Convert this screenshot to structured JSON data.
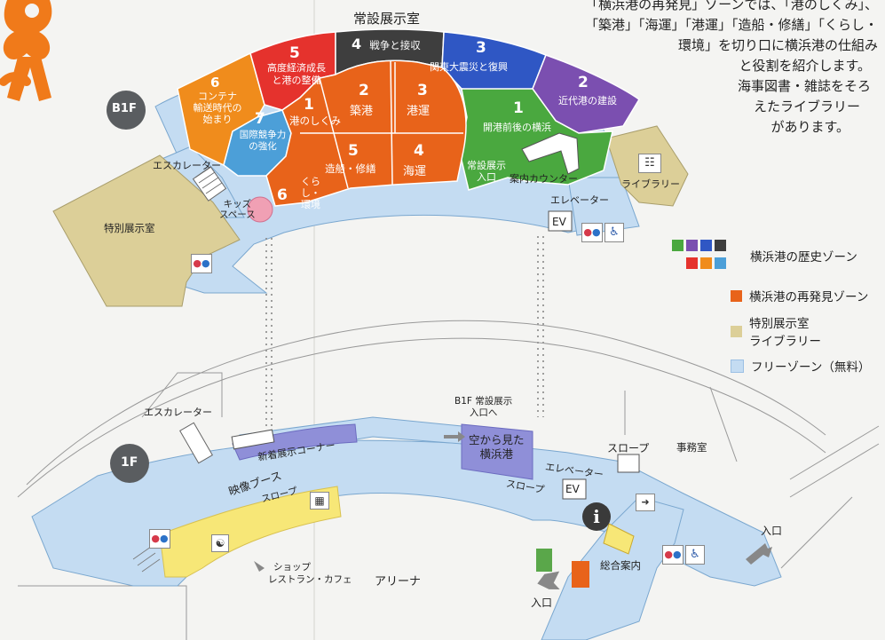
{
  "intro_text": {
    "lines": [
      "「横浜港の再発見」ゾーンでは、「港のしくみ」、",
      "「築港」「海運」「港運」「造船・修繕」「くらし・",
      "環境」を切り口に横浜港の仕組み",
      "と役割を紹介します。",
      "海事図書・雑誌をそろ",
      "えたライブラリー",
      "があります。"
    ]
  },
  "floors": {
    "b1f_badge": "B1F",
    "f1_badge": "1F"
  },
  "b1f": {
    "hall_title": "常設展示室",
    "zones": {
      "z1": {
        "num": "1",
        "label": "開港前後の横浜"
      },
      "z2": {
        "num": "2",
        "label": "近代港の建設"
      },
      "z3": {
        "num": "3",
        "label": "関東大震災と復興"
      },
      "z4": {
        "num": "4",
        "label": "戦争と接収"
      },
      "z5": {
        "num": "5",
        "label1": "高度経済成長",
        "label2": "と港の整備"
      },
      "z6": {
        "num": "6",
        "label1": "コンテナ",
        "label2": "輸送時代の",
        "label3": "始まり"
      },
      "z7": {
        "num": "7",
        "label1": "国際競争力",
        "label2": "の強化"
      }
    },
    "rediscovery": {
      "r1": {
        "num": "1",
        "label": "港のしくみ"
      },
      "r2": {
        "num": "2",
        "label": "築港"
      },
      "r3": {
        "num": "3",
        "label": "港運"
      },
      "r4": {
        "num": "4",
        "label": "海運"
      },
      "r5": {
        "num": "5",
        "label": "造船・修繕"
      },
      "r6": {
        "num": "6",
        "label1": "くらし・",
        "label2": "環境"
      }
    },
    "labels": {
      "escalator": "エスカレーター",
      "kids1": "キッズ",
      "kids2": "スペース",
      "special": "特別展示室",
      "library": "ライブラリー",
      "entrance1": "常設展示",
      "entrance2": "入口",
      "info_counter": "案内カウンター",
      "elevator": "エレベーター",
      "ev": "EV"
    }
  },
  "f1": {
    "labels": {
      "escalator": "エスカレーター",
      "new_exhibit": "新着展示コーナー",
      "video_booth": "映像ブース",
      "slope": "スロープ",
      "b1f_entrance1": "B1F 常設展示",
      "b1f_entrance2": "入口へ",
      "sky_view1": "空から見た",
      "sky_view2": "横浜港",
      "elevator": "エレベーター",
      "ev": "EV",
      "office": "事務室",
      "info": "総合案内",
      "entrance": "入口",
      "shop1": "ショップ",
      "shop2": "レストラン・カフェ",
      "arena": "アリーナ"
    }
  },
  "legend": {
    "history": "横浜港の歴史ゾーン",
    "rediscovery": "横浜港の再発見ゾーン",
    "special1": "特別展示室",
    "special2": "ライブラリー",
    "free": "フリーゾーン（無料）"
  },
  "colors": {
    "green": "#4aa83f",
    "purple": "#7b4fb0",
    "blue": "#2f57c4",
    "dark": "#3e3e3e",
    "red": "#e5322d",
    "orange_history": "#f08c1c",
    "light_blue": "#4c9fd8",
    "rediscovery": "#e8631a",
    "special": "#dccf98",
    "free": "#c4dcf2",
    "yellow": "#f7e777",
    "mascot": "#f07a1a"
  },
  "icons": {
    "toilet": "restroom-icon",
    "wheelchair": "wheelchair-icon",
    "book": "book-icon",
    "restaurant": "restaurant-icon",
    "gift": "gift-shop-icon",
    "information": "information-icon",
    "arrow": "entrance-arrow-icon"
  }
}
